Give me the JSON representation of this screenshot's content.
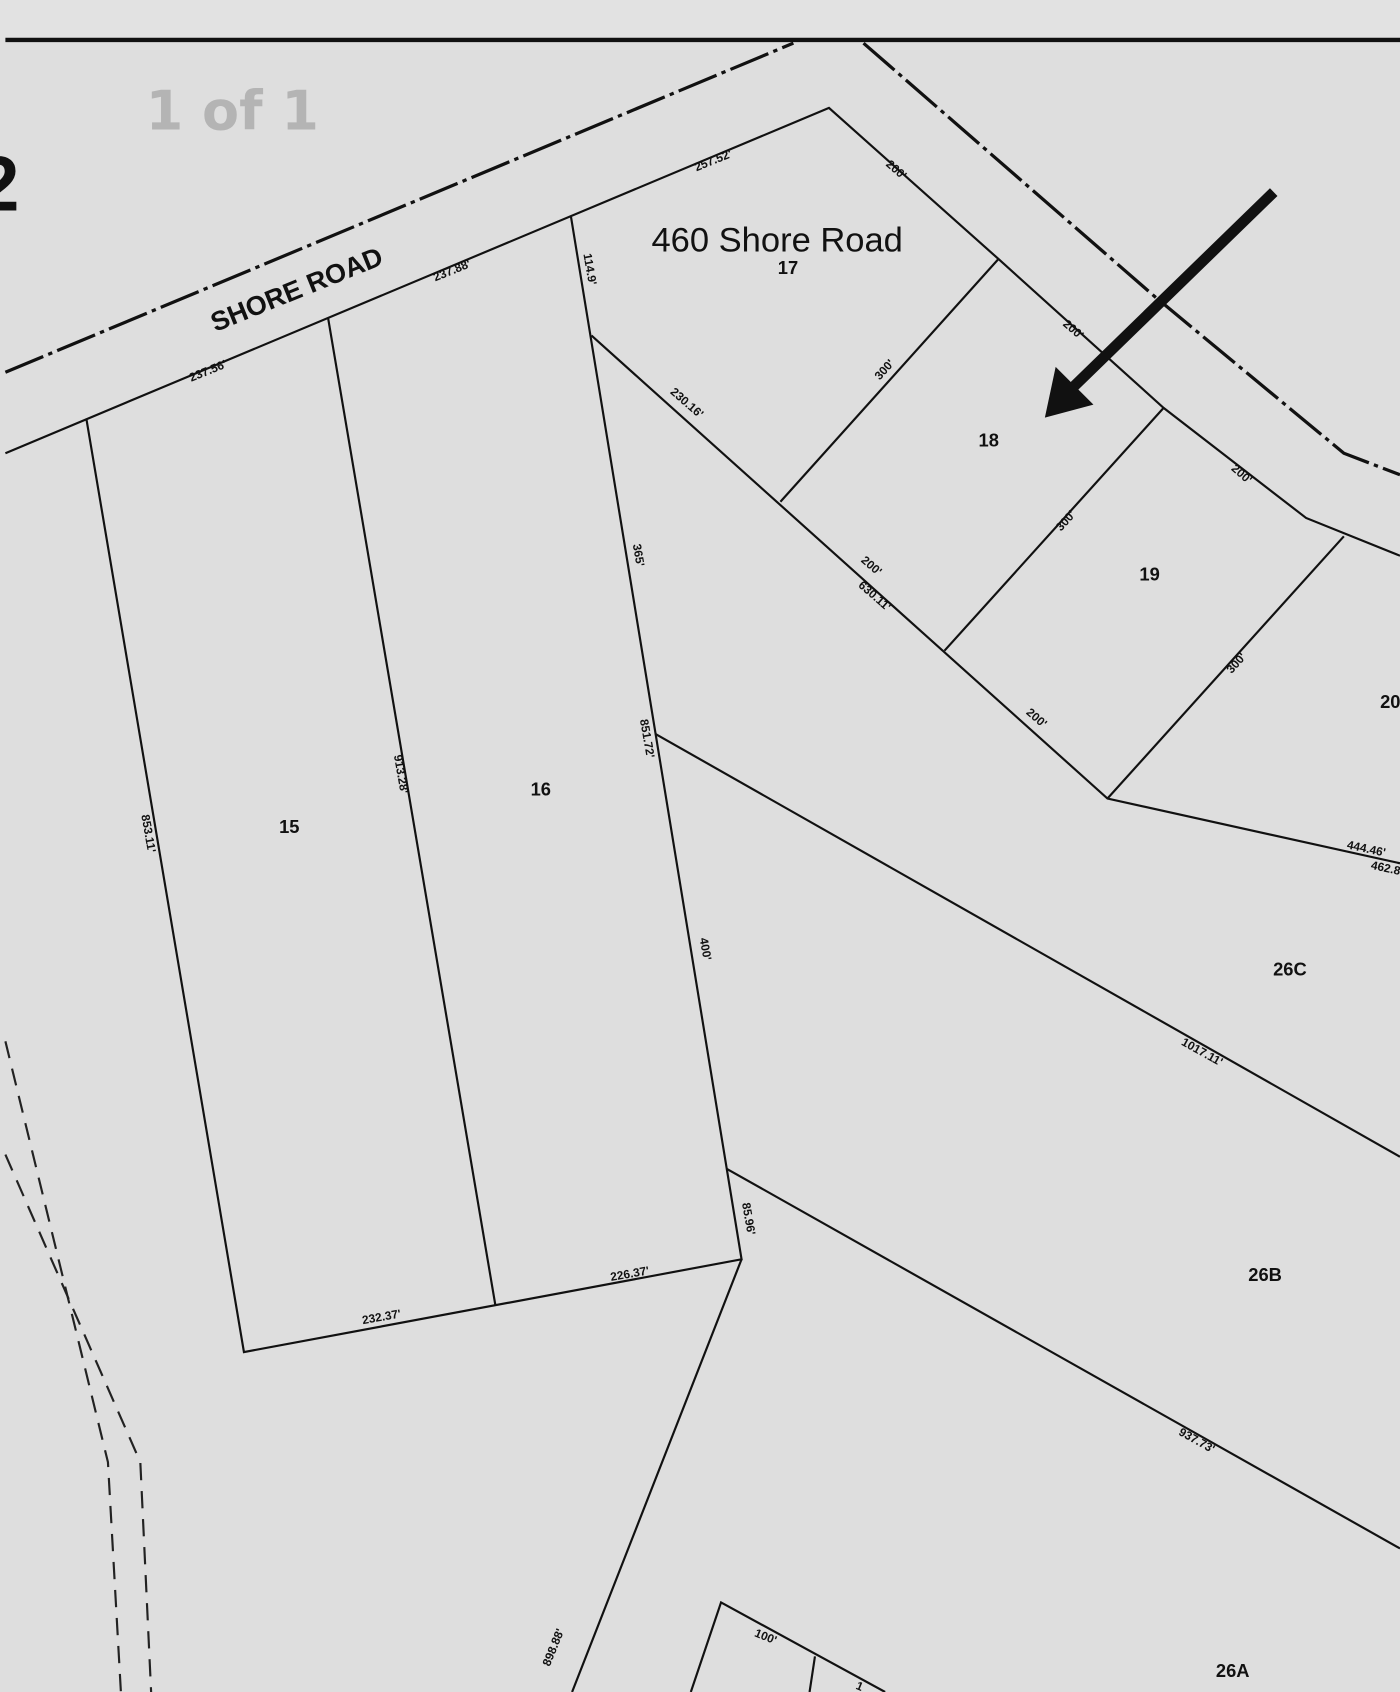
{
  "page_indicator": "1 of 1",
  "sheet_number_partial": "2",
  "street_label": "SHORE ROAD",
  "highlight_address": "460 Shore Road",
  "arrow_icon": "arrow-down-left",
  "lots": [
    "17",
    "18",
    "19",
    "20",
    "15",
    "16",
    "26C",
    "26B",
    "26A"
  ],
  "dimensions": [
    "257.52'",
    "237.88'",
    "237.56'",
    "114.9'",
    "200'",
    "200'",
    "200'",
    "300'",
    "300'",
    "300'",
    "230.16'",
    "200'",
    "630.11'",
    "200'",
    "365'",
    "851.72'",
    "913.28'",
    "853.11'",
    "400'",
    "85.96'",
    "232.37'",
    "226.37'",
    "444.46'",
    "462.8",
    "1017.11'",
    "937.73'",
    "898.88'",
    "100'",
    "1"
  ]
}
